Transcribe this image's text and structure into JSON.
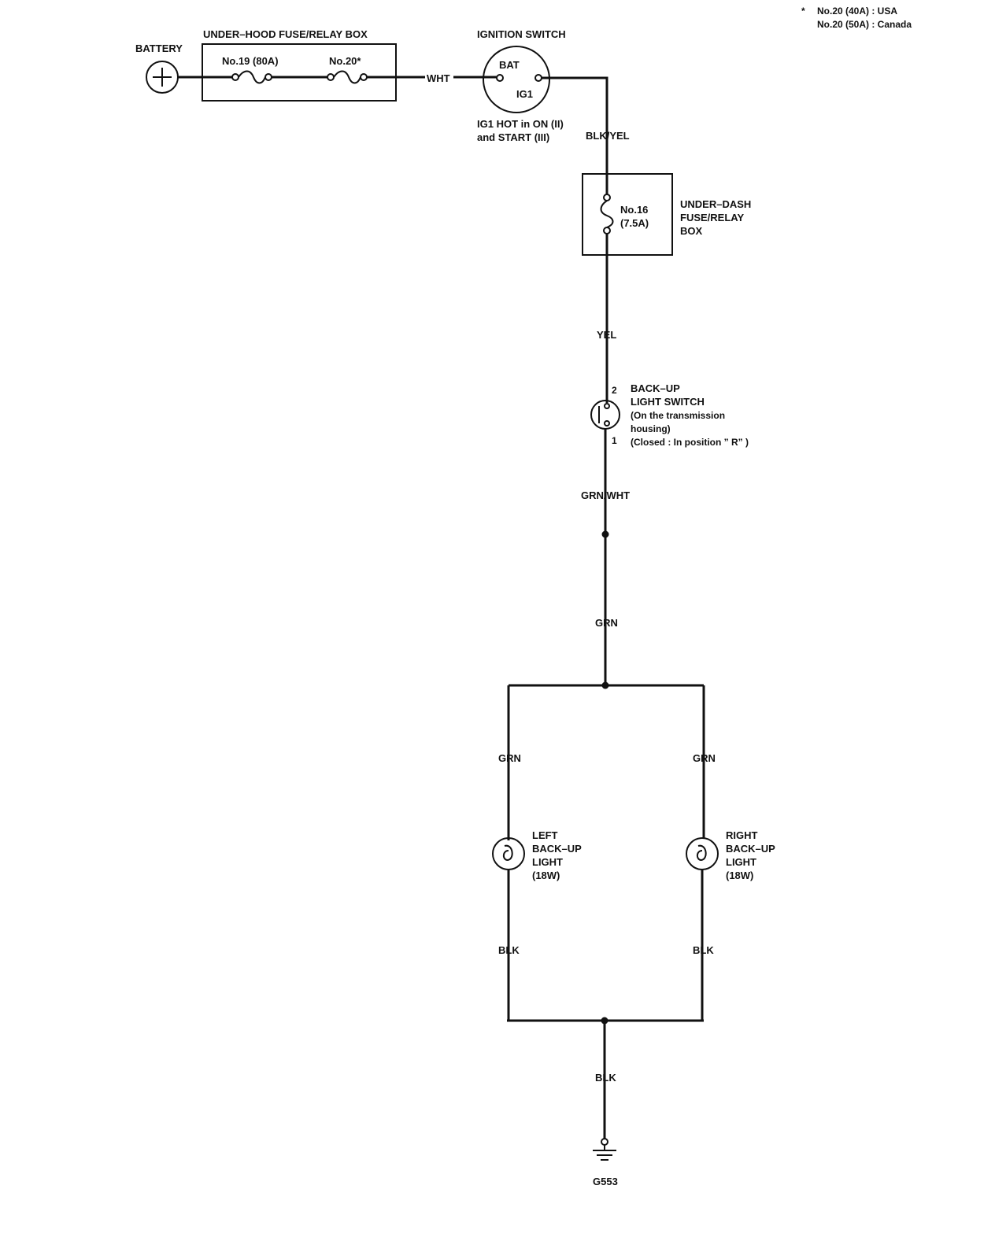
{
  "footnote": {
    "star": "*",
    "line1": "No.20 (40A) : USA",
    "line2": "No.20 (50A) : Canada"
  },
  "battery": {
    "label": "BATTERY"
  },
  "underhood_box": {
    "title": "UNDER–HOOD FUSE/RELAY BOX",
    "fuse1": "No.19 (80A)",
    "fuse2": "No.20*"
  },
  "wires": {
    "wht": "WHT",
    "blk_yel": "BLK/YEL",
    "yel": "YEL",
    "grn_wht": "GRN/WHT",
    "grn_main": "GRN",
    "grn_left": "GRN",
    "grn_right": "GRN",
    "blk_left": "BLK",
    "blk_right": "BLK",
    "blk_ground": "BLK"
  },
  "ignition_switch": {
    "title": "IGNITION SWITCH",
    "bat": "BAT",
    "ig1": "IG1",
    "note_line1": "IG1 HOT in ON (II)",
    "note_line2": "and START (III)"
  },
  "underdash_box": {
    "line1": "UNDER–DASH",
    "line2": "FUSE/RELAY",
    "line3": "BOX",
    "fuse_line1": "No.16",
    "fuse_line2": "(7.5A)"
  },
  "backup_switch": {
    "pin_top": "2",
    "pin_bottom": "1",
    "line1": "BACK–UP",
    "line2": "LIGHT SWITCH",
    "line3": "(On the transmission",
    "line4": "housing)",
    "line5": "(Closed : In position ” R”  )"
  },
  "left_light": {
    "line1": "LEFT",
    "line2": "BACK–UP",
    "line3": "LIGHT",
    "line4": "(18W)"
  },
  "right_light": {
    "line1": "RIGHT",
    "line2": "BACK–UP",
    "line3": "LIGHT",
    "line4": "(18W)"
  },
  "ground": {
    "label": "G553"
  }
}
